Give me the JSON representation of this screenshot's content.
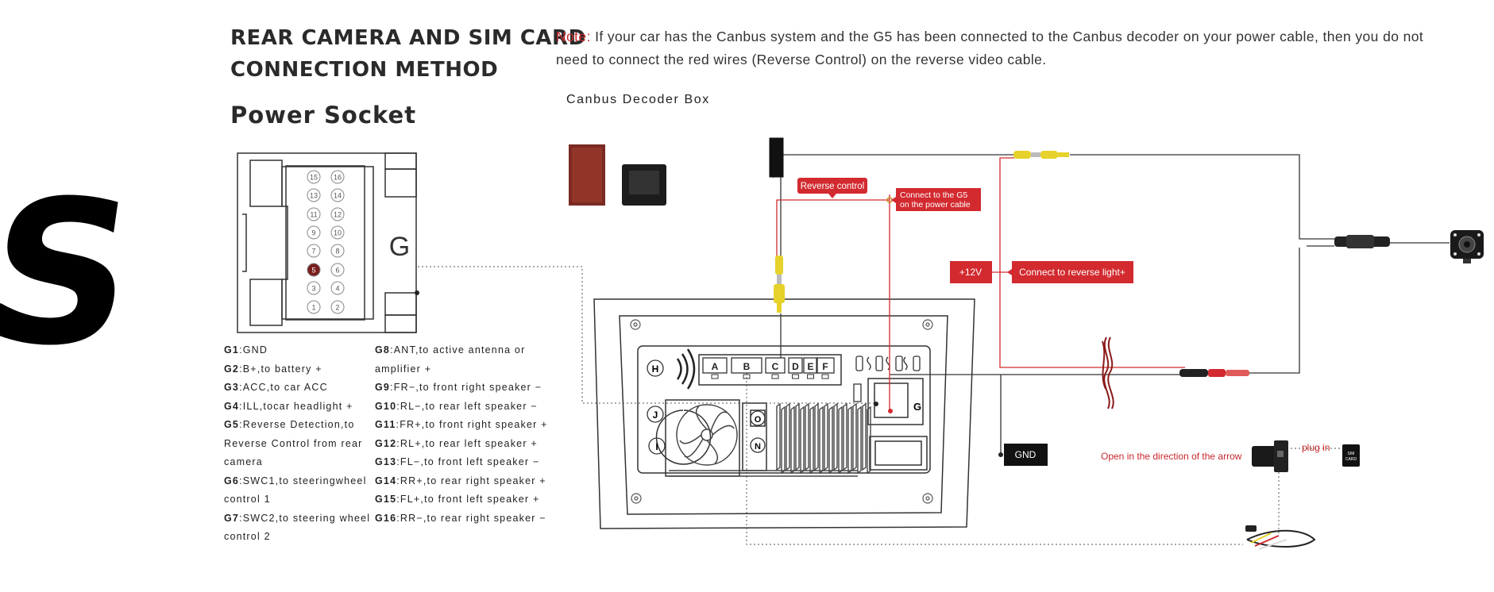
{
  "title_lines": [
    "REAR CAMERA AND SIM CARD",
    "CONNECTION METHOD"
  ],
  "subtitle": "Power Socket",
  "note": {
    "label": "Note:",
    "text": " If your car has the Canbus system and the G5 has been connected to the Canbus decoder on your power cable, then you do not need to connect the red wires (Reverse Control) on the reverse video cable."
  },
  "decoder_title": "Canbus Decoder Box",
  "logo_letter": "S",
  "socket": {
    "letter": "G",
    "pins_left": [
      "15",
      "13",
      "11",
      "9",
      "7",
      "5",
      "3",
      "1"
    ],
    "pins_right": [
      "16",
      "14",
      "12",
      "10",
      "8",
      "6",
      "4",
      "2"
    ]
  },
  "legend_left": [
    {
      "code": "G1",
      "desc": ":GND"
    },
    {
      "code": "G2",
      "desc": ":B+,to battery +"
    },
    {
      "code": "G3",
      "desc": ":ACC,to car ACC"
    },
    {
      "code": "G4",
      "desc": ":ILL,tocar headlight +"
    },
    {
      "code": "G5",
      "desc": ":Reverse Detection,to Reverse Control from rear camera"
    },
    {
      "code": "G6",
      "desc": ":SWC1,to steeringwheel control 1"
    },
    {
      "code": "G7",
      "desc": ":SWC2,to steering wheel control 2"
    }
  ],
  "legend_right": [
    {
      "code": "G8",
      "desc": ":ANT,to active antenna or amplifier +"
    },
    {
      "code": "G9",
      "desc": ":FR−,to front right speaker −"
    },
    {
      "code": "G10",
      "desc": ":RL−,to rear left speaker −"
    },
    {
      "code": "G11",
      "desc": ":FR+,to front right speaker +"
    },
    {
      "code": "G12",
      "desc": ":RL+,to rear left speaker +"
    },
    {
      "code": "G13",
      "desc": ":FL−,to front left speaker −"
    },
    {
      "code": "G14",
      "desc": ":RR+,to rear right speaker +"
    },
    {
      "code": "G15",
      "desc": ":FL+,to front left speaker +"
    },
    {
      "code": "G16",
      "desc": ":RR−,to rear right speaker −"
    }
  ],
  "diagram": {
    "reverse_control": "Reverse control",
    "connect_g5_lines": [
      "Connect to the G5",
      "on the power cable"
    ],
    "plus12v": "+12V",
    "reverse_light": "Connect to reverse light+",
    "gnd": "GND",
    "open_arrow": "Open in the direction of the arrow",
    "plug_in": "plug in",
    "sim_lines": [
      "SIM",
      "CARD"
    ],
    "port_labels": [
      "A",
      "B",
      "C",
      "D",
      "E",
      "F"
    ],
    "side_labels": [
      "H",
      "J",
      "I"
    ],
    "mid_labels": [
      "O",
      "N"
    ],
    "g_port": "G"
  },
  "colors": {
    "red": "#d22a2f",
    "yellow": "#e6d22a",
    "line": "#333333"
  }
}
